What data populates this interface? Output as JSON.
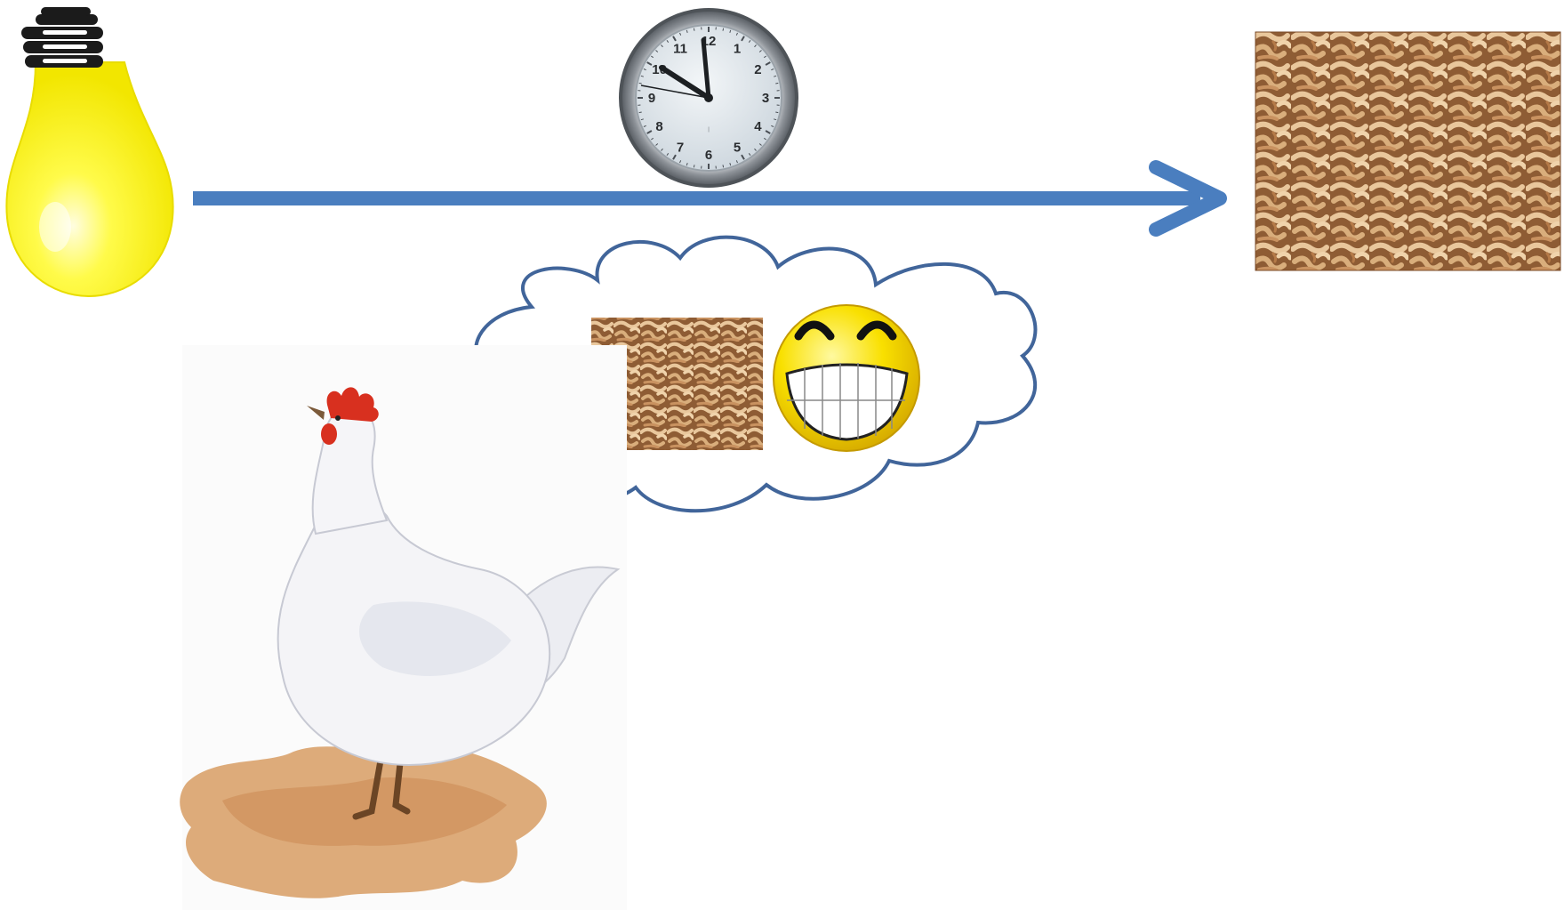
{
  "diagram": {
    "stimulus": {
      "icon": "light-bulb-icon"
    },
    "delay": {
      "icon": "wall-clock-icon",
      "numbers": [
        "12",
        "1",
        "2",
        "3",
        "4",
        "5",
        "6",
        "7",
        "8",
        "9",
        "10",
        "11"
      ]
    },
    "outcome": {
      "icon": "mealworms-image"
    },
    "subject": {
      "icon": "hen-image"
    },
    "thought": {
      "items": [
        "mealworms-image",
        "grinning-smiley-icon"
      ]
    }
  },
  "colors": {
    "arrow": "#4a7ebf",
    "cloud_stroke": "#41659a",
    "bulb": "#f6f000",
    "smiley": "#f5d800",
    "worm_background": "#9b6a3e",
    "background": "#ffffff"
  }
}
